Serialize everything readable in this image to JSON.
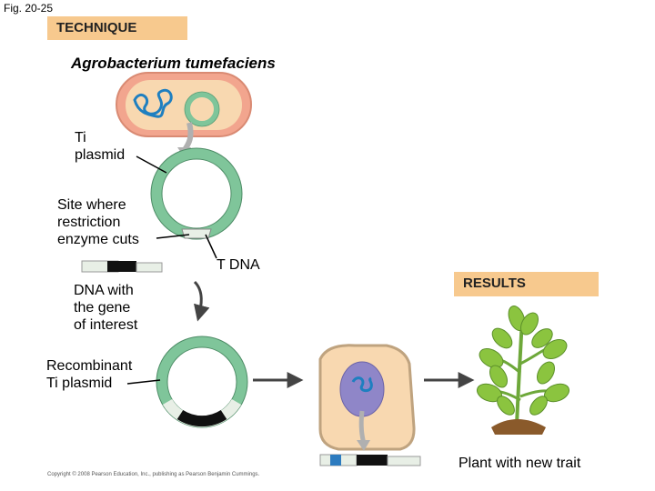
{
  "figure_label": "Fig. 20-25",
  "technique_tag": "TECHNIQUE",
  "results_tag": "RESULTS",
  "organism": "Agrobacterium tumefaciens",
  "labels": {
    "ti_plasmid": "Ti\nplasmid",
    "restriction_site": "Site where\nrestriction\nenzyme cuts",
    "t_dna": "T DNA",
    "gene_of_interest": "DNA with\nthe gene\nof interest",
    "recombinant": "Recombinant\nTi plasmid",
    "plant_result": "Plant with new trait"
  },
  "copyright": "Copyright © 2008 Pearson Education, Inc., publishing as Pearson Benjamin Cummings.",
  "colors": {
    "tag_fill": "#f7c98e",
    "plasmid_green": "#7fc59a",
    "bacterium_pink": "#f2a58e",
    "cell_peach": "#f8d8b0",
    "nucleus_purple": "#8f86c8",
    "chromosome_blue": "#1e7fc0",
    "leaf_green": "#8bc43f",
    "soil_brown": "#8a5a2b"
  }
}
